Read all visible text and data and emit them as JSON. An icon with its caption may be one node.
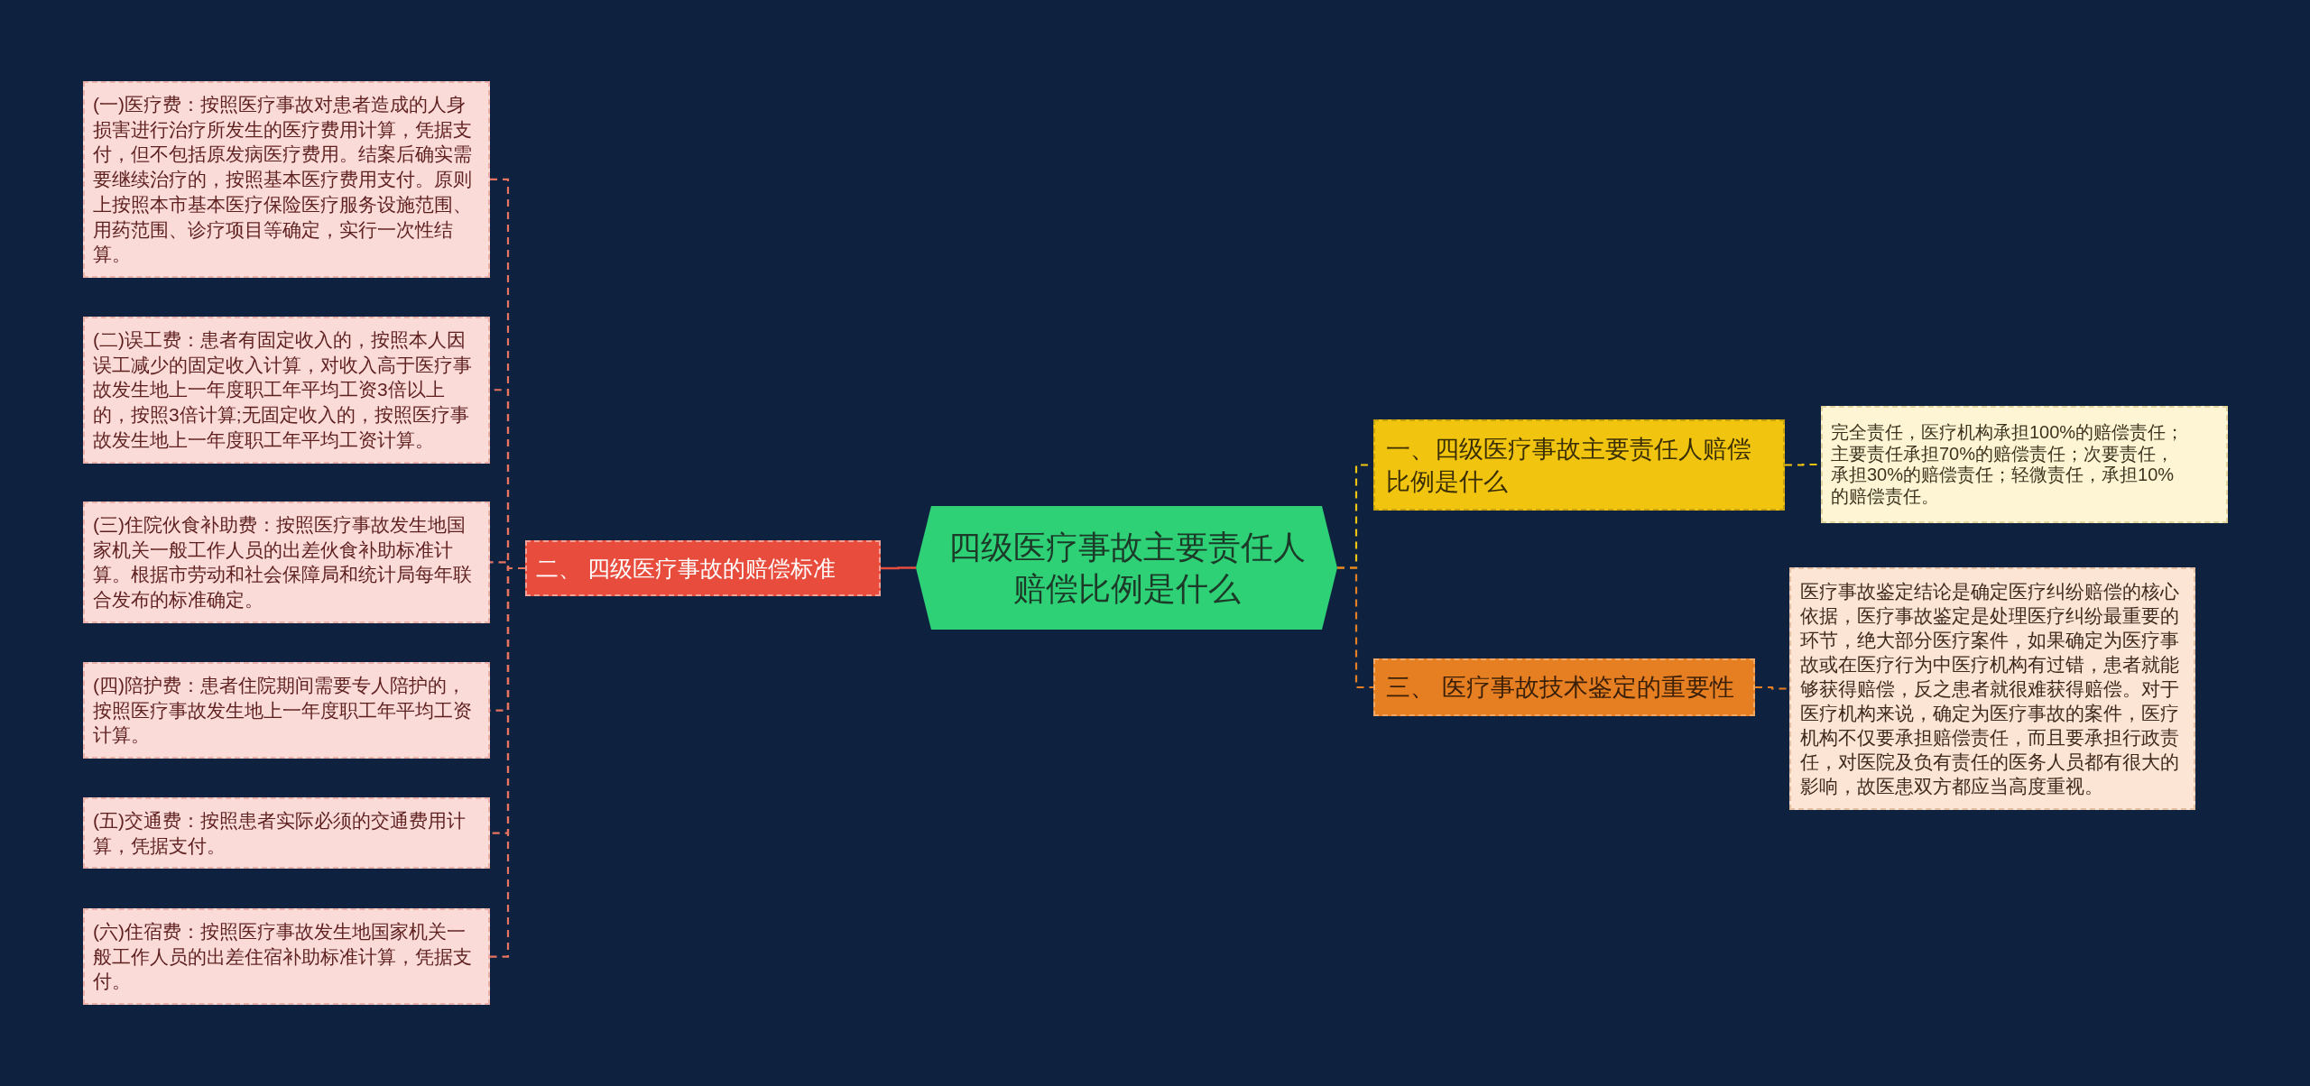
{
  "diagram": {
    "nodes": [
      {
        "text": [
          "四级医疗事故主要责任人赔偿比例是什么"
        ]
      },
      {
        "text": [
          "二、 四级医疗事故的赔偿标准"
        ]
      },
      {
        "text": [
          "(一)医疗费：按照医疗事故对患者造成的人身损害进行治疗所发生的医疗费用计算，凭据支付，但不包括原发病医疗费用。结案后确实需要继续治疗的，按照基本医疗费用支付。原则上按照本市基本医疗保险医疗服务设施范围、用药范围、诊疗项目等确定，实行一次性结算。"
        ]
      },
      {
        "text": [
          "(二)误工费：患者有固定收入的，按照本人因误工减少的固定收入计算，对收入高于医疗事故发生地上一年度职工年平均工资3倍以上的，按照3倍计算;无固定收入的，按照医疗事故发生地上一年度职工年平均工资计算。"
        ]
      },
      {
        "text": [
          "(三)住院伙食补助费：按照医疗事故发生地国家机关一般工作人员的出差伙食补助标准计算。根据市劳动和社会保障局和统计局每年联合发布的标准确定。"
        ]
      },
      {
        "text": [
          "(四)陪护费：患者住院期间需要专人陪护的，按照医疗事故发生地上一年度职工年平均工资计算。"
        ]
      },
      {
        "text": [
          "(五)交通费：按照患者实际必须的交通费用计算，凭据支付。"
        ]
      },
      {
        "text": [
          "(六)住宿费：按照医疗事故发生地国家机关一般工作人员的出差住宿补助标准计算，凭据支付。"
        ]
      },
      {
        "text": [
          "一、四级医疗事故主要责任人赔偿比例是什么"
        ]
      },
      {
        "text": [
          "完全责任，医疗机构承担100%的赔偿责任；主要责任承担70%的赔偿责任；次要责任，承担30%的赔偿责任；轻微责任，承担10%的赔偿责任。"
        ]
      },
      {
        "text": [
          "三、 医疗事故技术鉴定的重要性"
        ]
      },
      {
        "text": [
          "医疗事故鉴定结论是确定医疗纠纷赔偿的核心依据，医疗事故鉴定是处理医疗纠纷最重要的环节，绝大部分医疗案件，如果确定为医疗事故或在医疗行为中医疗机构有过错，患者就能够获得赔偿，反之患者就很难获得赔偿。对于医疗机构来说，确定为医疗事故的案件，医疗机构不仅要承担赔偿责任，而且要承担行政责任，对医院及负有责任的医务人员都有很大的影响，故医患双方都应当高度重视。"
        ]
      }
    ],
    "edges": [
      {
        "from": 0,
        "to": 1,
        "arrow": "none",
        "color": "#e74c3c"
      },
      {
        "from": 1,
        "to": 2,
        "arrow": "none",
        "style": "dashed"
      },
      {
        "from": 1,
        "to": 3,
        "arrow": "none",
        "style": "dashed"
      },
      {
        "from": 1,
        "to": 4,
        "arrow": "none",
        "style": "dashed"
      },
      {
        "from": 1,
        "to": 5,
        "arrow": "none",
        "style": "dashed"
      },
      {
        "from": 1,
        "to": 6,
        "arrow": "none",
        "style": "dashed"
      },
      {
        "from": 1,
        "to": 7,
        "arrow": "none",
        "style": "dashed"
      },
      {
        "from": 0,
        "to": 8,
        "arrow": "none",
        "style": "dashed",
        "color": "#f1c40f"
      },
      {
        "from": 8,
        "to": 9,
        "arrow": "none",
        "style": "dashed",
        "color": "#f1c40f"
      },
      {
        "from": 0,
        "to": 10,
        "arrow": "none",
        "style": "dashed",
        "color": "#e67e22"
      },
      {
        "from": 10,
        "to": 11,
        "arrow": "none",
        "style": "dashed",
        "color": "#e67e22"
      }
    ]
  }
}
